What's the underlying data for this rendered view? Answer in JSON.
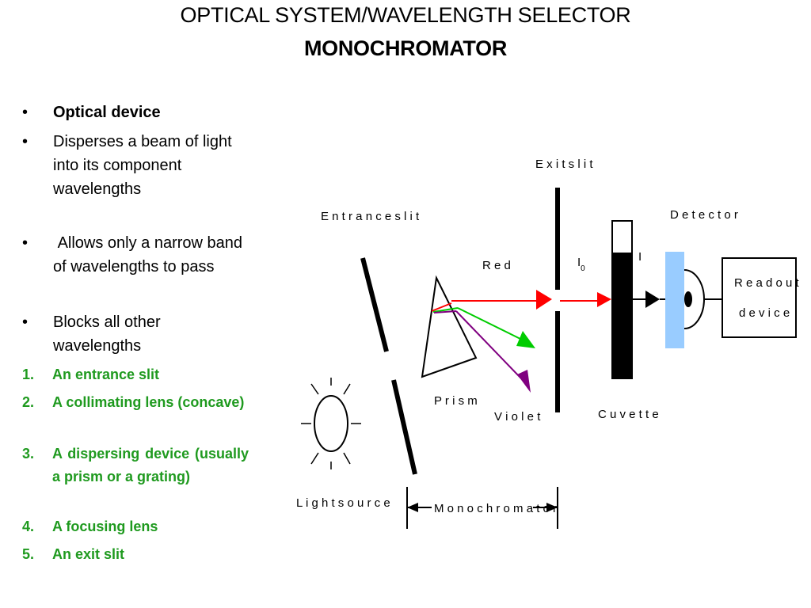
{
  "title": {
    "line1": "OPTICAL SYSTEM/WAVELENGTH SELECTOR",
    "line2": "MONOCHROMATOR"
  },
  "bullets": [
    "Optical device",
    "Disperses a beam of light into its component wavelengths",
    " Allows only a narrow band of wavelengths to pass",
    "Blocks all other wavelengths"
  ],
  "bullet_symbol": "•",
  "components": [
    {
      "num": "1.",
      "text": "An entrance slit"
    },
    {
      "num": "2.",
      "text": "A collimating lens (concave)"
    },
    {
      "num": "3.",
      "text": "A dispersing device (usually a prism or a grating)"
    },
    {
      "num": "4.",
      "text": "A focusing lens"
    },
    {
      "num": "5.",
      "text": "An exit slit"
    }
  ],
  "diagram": {
    "labels": {
      "entrance_slit": "E n t r a n c e s l i t",
      "exit_slit": "E x i t s l i t",
      "red": "R e d",
      "i0": "I",
      "i0_sub": "0",
      "i": "I",
      "detector": "D e t e c t o r",
      "readout_line1": "R e a d o u t",
      "readout_line2": "d e v i c e",
      "prism": "P r i s m",
      "violet": "V i o l e t",
      "cuvette": "C u v e t t e",
      "light_source": "L i g h t s o u r c e",
      "monochromator": "M o n o c h r o m a t o r"
    },
    "colors": {
      "red": "#ff0000",
      "green": "#00cc00",
      "violet": "#800080",
      "detector": "#99ccff",
      "bullet_green": "#1f9a1f"
    }
  }
}
